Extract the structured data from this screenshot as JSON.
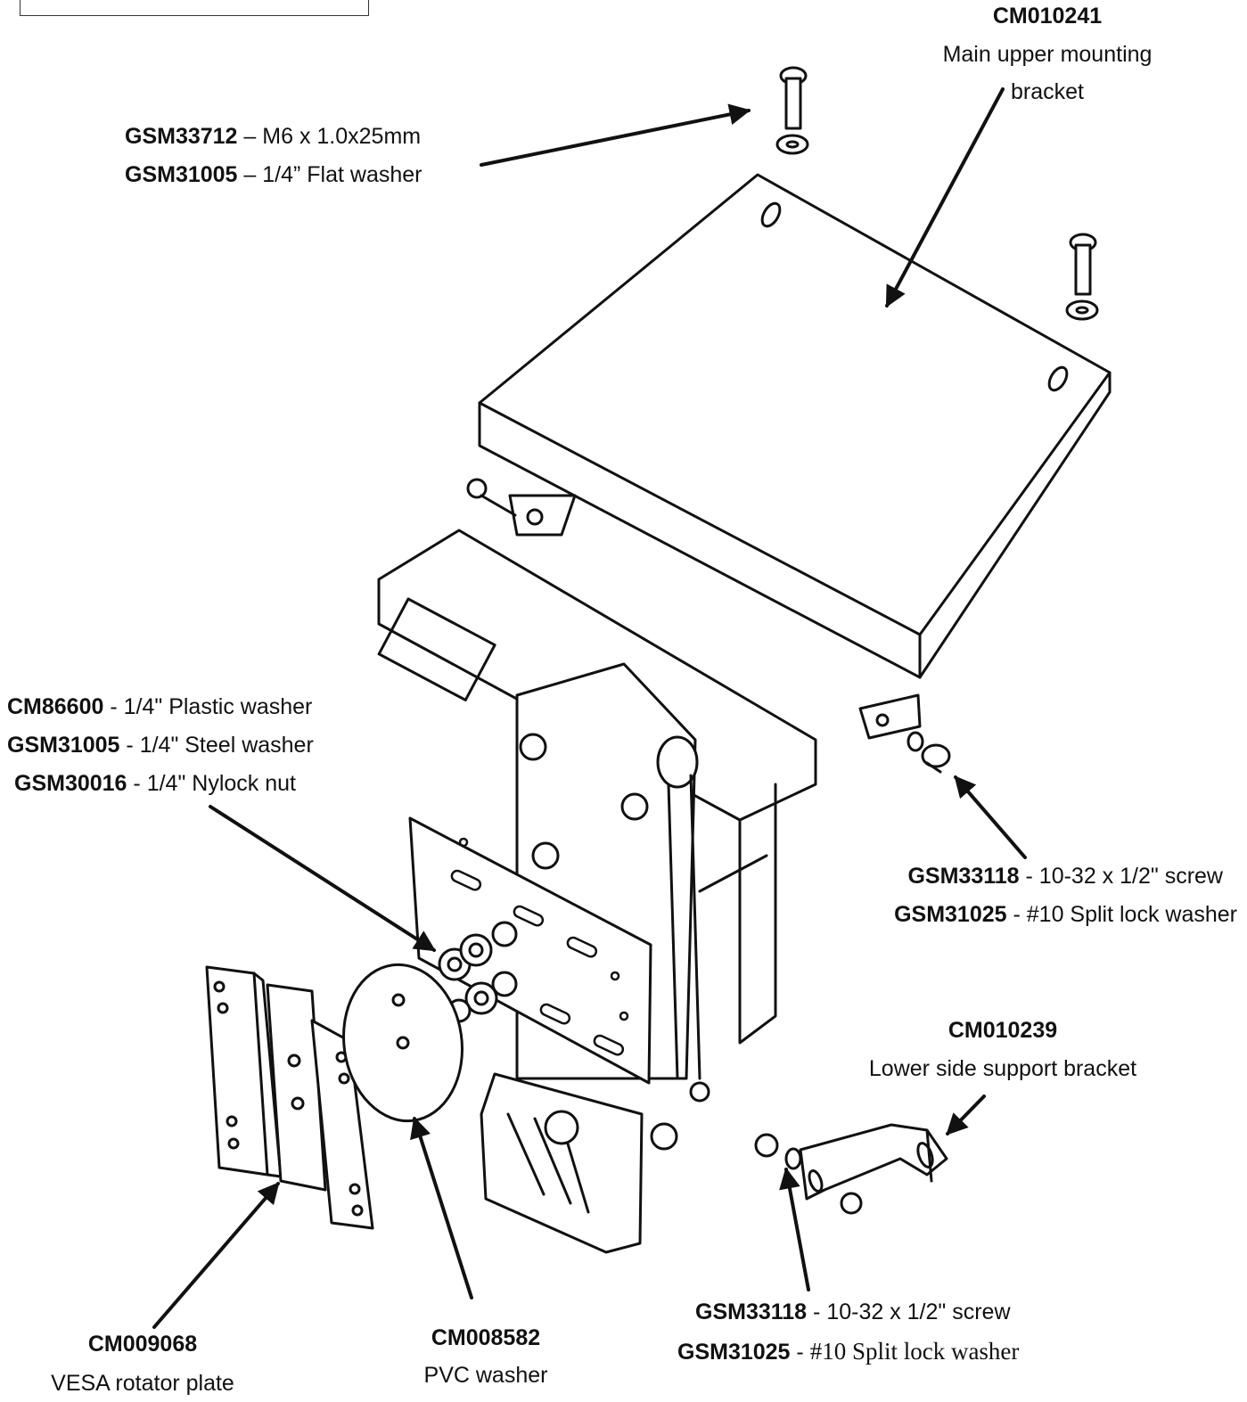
{
  "callouts": {
    "upper_bracket": {
      "part": "CM010241",
      "desc_line1": "Main upper mounting",
      "desc_line2": "bracket"
    },
    "top_bolt": [
      {
        "part": "GSM33712",
        "sep": " – ",
        "desc": "M6 x 1.0x25mm"
      },
      {
        "part": "GSM31005",
        "sep": " – ",
        "desc": "1/4” Flat washer"
      }
    ],
    "left_hardware": [
      {
        "part": "CM86600",
        "sep": " - ",
        "desc": "1/4\" Plastic washer"
      },
      {
        "part": "GSM31005",
        "sep": " - ",
        "desc": "1/4\" Steel washer"
      },
      {
        "part": "GSM30016",
        "sep": " - ",
        "desc": "1/4\" Nylock nut"
      }
    ],
    "right_screw": [
      {
        "part": "GSM33118",
        "sep": " - ",
        "desc": "10-32 x 1/2\" screw"
      },
      {
        "part": "GSM31025",
        "sep": " - ",
        "desc": "#10 Split lock washer"
      }
    ],
    "lower_bracket": {
      "part": "CM010239",
      "desc": "Lower side support bracket"
    },
    "bottom_screw": [
      {
        "part": "GSM33118",
        "sep": " - ",
        "desc": "10-32 x 1/2\" screw"
      },
      {
        "part": "GSM31025",
        "sep": " - ",
        "desc": "#10 Split lock washer"
      }
    ],
    "vesa_plate": {
      "part": "CM009068",
      "desc": "VESA rotator plate"
    },
    "pvc_washer": {
      "part": "CM008582",
      "desc": "PVC washer"
    }
  },
  "colors": {
    "ink": "#111111",
    "paper": "#ffffff"
  }
}
